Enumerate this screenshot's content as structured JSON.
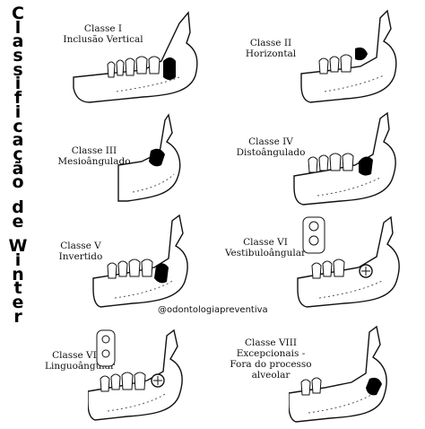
{
  "title_letters": [
    "C",
    "l",
    "a",
    "s",
    "s",
    "i",
    "f",
    "i",
    "c",
    "a",
    "ç",
    "ã",
    "o",
    "",
    "d",
    "e",
    "",
    "W",
    "i",
    "n",
    "t",
    "e",
    "r"
  ],
  "classes": [
    {
      "id": "I",
      "line1": "Classe I",
      "line2": "Inclusão Vertical",
      "line3": ""
    },
    {
      "id": "II",
      "line1": "Classe II",
      "line2": "Horizontal",
      "line3": ""
    },
    {
      "id": "III",
      "line1": "Classe III",
      "line2": "Mesioângulado",
      "line3": ""
    },
    {
      "id": "IV",
      "line1": "Classe IV",
      "line2": "Distoângulado",
      "line3": ""
    },
    {
      "id": "V",
      "line1": "Classe V",
      "line2": "Invertido",
      "line3": ""
    },
    {
      "id": "VI",
      "line1": "Classe VI",
      "line2": "Vestibuloângular",
      "line3": ""
    },
    {
      "id": "VII",
      "line1": "Classe VII",
      "line2": "Linguoângular",
      "line3": ""
    },
    {
      "id": "VIII",
      "line1": "Classe VIII",
      "line2": "Excepcionais -",
      "line3": "Fora do processo",
      "line4": "alveolar"
    }
  ],
  "credit": "@odontologiapreventiva",
  "icons": {
    "jaw": "mandible-illustration",
    "tooth": "impacted-third-molar"
  }
}
